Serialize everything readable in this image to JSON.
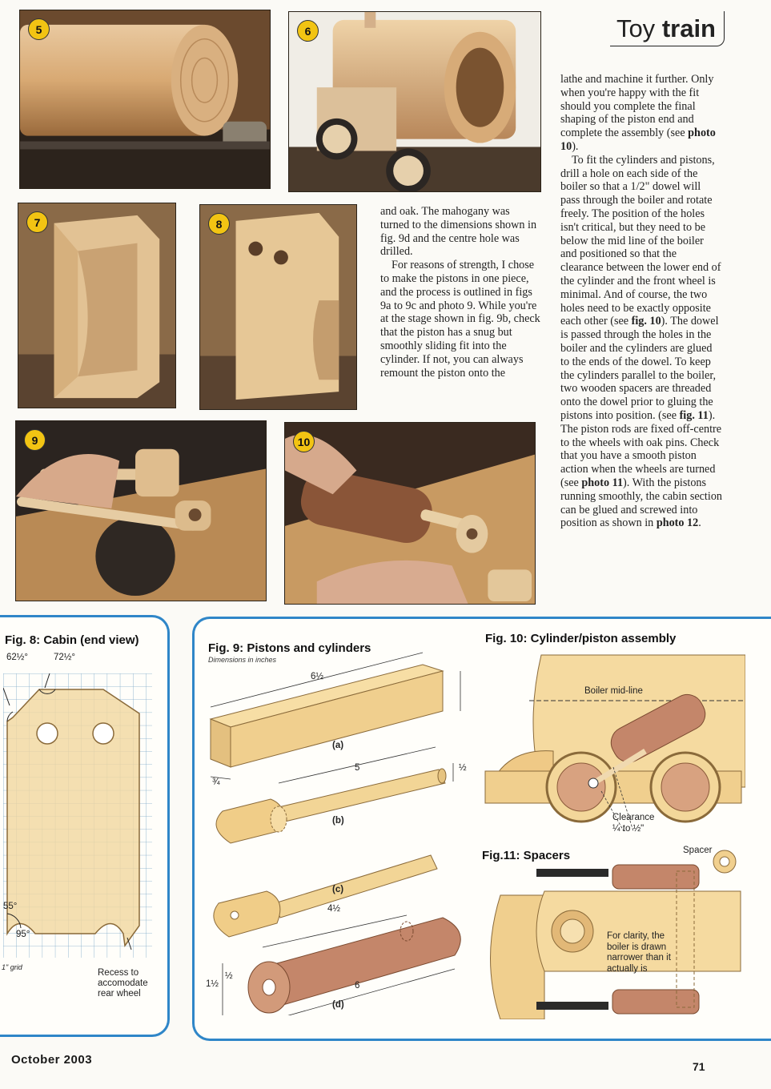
{
  "header": {
    "title_light": "Toy",
    "title_bold": "train"
  },
  "photos": [
    {
      "num": "5"
    },
    {
      "num": "6"
    },
    {
      "num": "7"
    },
    {
      "num": "8"
    },
    {
      "num": "9"
    },
    {
      "num": "10"
    }
  ],
  "column_mid": {
    "paragraphs": [
      "and oak. The mahogany was turned to the dimensions shown in fig. 9d and the centre hole was drilled.",
      "For reasons of strength, I chose to make the pistons in one piece, and the process is outlined in figs 9a to 9c and photo 9. While you're at the stage shown in fig. 9b, check that the piston has a snug but smoothly sliding fit into the cylinder. If not, you can always remount the piston onto the"
    ]
  },
  "column_right": {
    "p1_a": "lathe and machine it further. Only when you're happy with the fit should you complete the final shaping of the piston end and complete the assembly (see ",
    "p1_ref": "photo 10",
    "p1_end": ").",
    "p2_a": "To fit the cylinders and pistons, drill a hole on each side of the boiler so that a ",
    "p2_frac": "1/2\"",
    "p2_b": " dowel will pass through the boiler and rotate freely. The position of the holes isn't critical, but they need to be below the mid line of the boiler and positioned so that the clearance between the lower end of the cylinder and the front wheel is minimal. And of course, the two holes need to be exactly opposite each other (see ",
    "p2_ref1": "fig. 10",
    "p2_c": "). The dowel is passed through the holes in the boiler and the cylinders are glued to the ends of the dowel. To keep the cylinders parallel to the boiler, two wooden spacers are threaded onto the dowel prior to gluing the pistons into position. (see ",
    "p2_ref2": "fig. 11",
    "p2_d": "). The piston rods are fixed off-centre to the wheels with oak pins. Check that you have a smooth piston action when the wheels are turned (see ",
    "p2_ref3": "photo 11",
    "p2_e": "). With the pistons running smoothly, the cabin section can be glued and screwed into position as shown in ",
    "p2_ref4": "photo 12",
    "p2_f": "."
  },
  "fig8": {
    "title": "Fig. 8: Cabin (end view)",
    "angle_left": "62½°",
    "angle_right": "72½°",
    "angle_55": "55°",
    "angle_95": "95°",
    "grid_note": "1\" grid",
    "recess_note": "Recess to accomodate rear wheel"
  },
  "fig9": {
    "title": "Fig. 9: Pistons and cylinders",
    "subtitle": "Dimensions in inches",
    "dim_a_len": "6½",
    "dim_a_w": "¾",
    "label_a": "(a)",
    "dim_b_len": "5",
    "dim_b_d": "½",
    "label_b": "(b)",
    "label_c": "(c)",
    "dim_d_len": "4½",
    "dim_d_len2": "6",
    "dim_d_h": "1½",
    "dim_d_bore": "½",
    "label_d": "(d)"
  },
  "fig10": {
    "title": "Fig. 10: Cylinder/piston assembly",
    "midline": "Boiler mid-line",
    "clearance": "Clearance",
    "clearance_val": "¼ to ½\""
  },
  "fig11": {
    "title": "Fig.11: Spacers",
    "spacer": "Spacer",
    "note": "For clarity, the boiler is drawn narrower than it actually is"
  },
  "footer": {
    "issue": "October 2003",
    "page": "71"
  }
}
